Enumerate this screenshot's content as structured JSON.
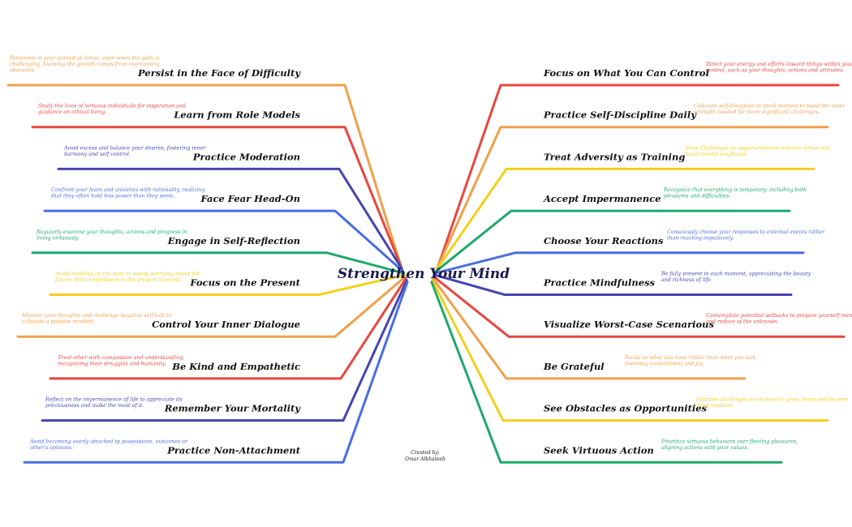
{
  "title": "Strengthen Your Mind",
  "credit": {
    "line1": "Created by:",
    "line2": "Omar Alkhateeb"
  },
  "colors": {
    "orange": "#f0a04b",
    "red": "#e8463e",
    "indigo": "#4545b0",
    "blue": "#4a6de0",
    "green": "#1fa96c",
    "yellow": "#f2cf1c",
    "title": "#1a1a4e"
  },
  "left_branches": [
    {
      "title": "Persist in the Face of Difficulty",
      "desc_lines": [
        "Persevere in your pursuit of virtue, even when the path is",
        "challenging, knowing the growth comes from overcoming",
        "obstacles."
      ],
      "color": "#f0a04b"
    },
    {
      "title": "Learn from Role Models",
      "desc_lines": [
        "Study the lives of virtuous individuals for inspiration and",
        "guidance on ethical living."
      ],
      "color": "#e8463e"
    },
    {
      "title": "Practice Moderation",
      "desc_lines": [
        "Avoid excess and balance your desires, fostering inner",
        "harmony and self control."
      ],
      "color": "#4545b0"
    },
    {
      "title": "Face Fear Head-On",
      "desc_lines": [
        "Confront your fears and anxieties with rationality, realizing",
        "that they often hold less power than they seem."
      ],
      "color": "#4a6de0"
    },
    {
      "title": "Engage in Self-Reflection",
      "desc_lines": [
        "Regularly examine your thoughts, actions and progress in",
        "living virtuously."
      ],
      "color": "#1fa96c"
    },
    {
      "title": "Focus on the Present",
      "desc_lines": [
        "Avoid dwelling on the past or overly worrying about the",
        "future; find contentment in the present moment."
      ],
      "color": "#f2cf1c"
    },
    {
      "title": "Control Your Inner Dialogue",
      "desc_lines": [
        "Monitor your thoughts and challenge negative self-talk to",
        "cultivate a positive mindset."
      ],
      "color": "#f0a04b"
    },
    {
      "title": "Be Kind and Empathetic",
      "desc_lines": [
        "Treat other with compassion and understanding,",
        "recognizing their struggles and humanity."
      ],
      "color": "#e8463e"
    },
    {
      "title": "Remember Your Mortality",
      "desc_lines": [
        "Reflect on the impermanence of life to appreciate its",
        "preciousness and make the most of it."
      ],
      "color": "#4545b0"
    },
    {
      "title": "Practice Non-Attachment",
      "desc_lines": [
        "Avoid becoming overly attached tp possessions, outcomes or",
        "other's opinions."
      ],
      "color": "#4a6de0"
    }
  ],
  "right_branches": [
    {
      "title": "Focus on What You Can Control",
      "desc_lines": [
        "Direct your energy and efforts toward things within your",
        "control, such as your thoughts, actions and attitudes."
      ],
      "color": "#e8463e"
    },
    {
      "title": "Practice Self-Discipline Daily",
      "desc_lines": [
        "Cultivate self-discipline in small matters to build the inner",
        "strength needed for more significant challenges."
      ],
      "color": "#f0a04b"
    },
    {
      "title": "Treat Adversity as Training",
      "desc_lines": [
        "View Challenges as opportunities to practice virtue and",
        "build mental toughness."
      ],
      "color": "#f2cf1c"
    },
    {
      "title": "Accept Impermanence",
      "desc_lines": [
        "Recognize that everything is temporary, including both",
        "pleasures and difficulties."
      ],
      "color": "#1fa96c"
    },
    {
      "title": "Choose Your Reactions",
      "desc_lines": [
        "Consciously choose your responses to external events rather",
        "than reacting impulsively."
      ],
      "color": "#4a6de0"
    },
    {
      "title": "Practice Mindfulness",
      "desc_lines": [
        "Be fully present in each moment, appreciating the beauty",
        "and richness of life."
      ],
      "color": "#4545b0"
    },
    {
      "title": "Visualize Worst-Case Scenarious",
      "desc_lines": [
        "Contemplate potential setbacks to prepare yourself mentally",
        "and reduce of the unknown."
      ],
      "color": "#e8463e"
    },
    {
      "title": "Be Grateful",
      "desc_lines": [
        "Focus on what you have rather than what you lack,",
        "fostering contentment and joy."
      ],
      "color": "#f0a04b"
    },
    {
      "title": "See Obstacles as Opportunities",
      "desc_lines": [
        "Reframe challenges as chances to grow, learn and become",
        "more resilient."
      ],
      "color": "#f2cf1c"
    },
    {
      "title": "Seek Virtuous Action",
      "desc_lines": [
        "Prioritize virtuous behaviors over fleeting pleasures,",
        "aligning actions with your values."
      ],
      "color": "#1fa96c"
    }
  ]
}
